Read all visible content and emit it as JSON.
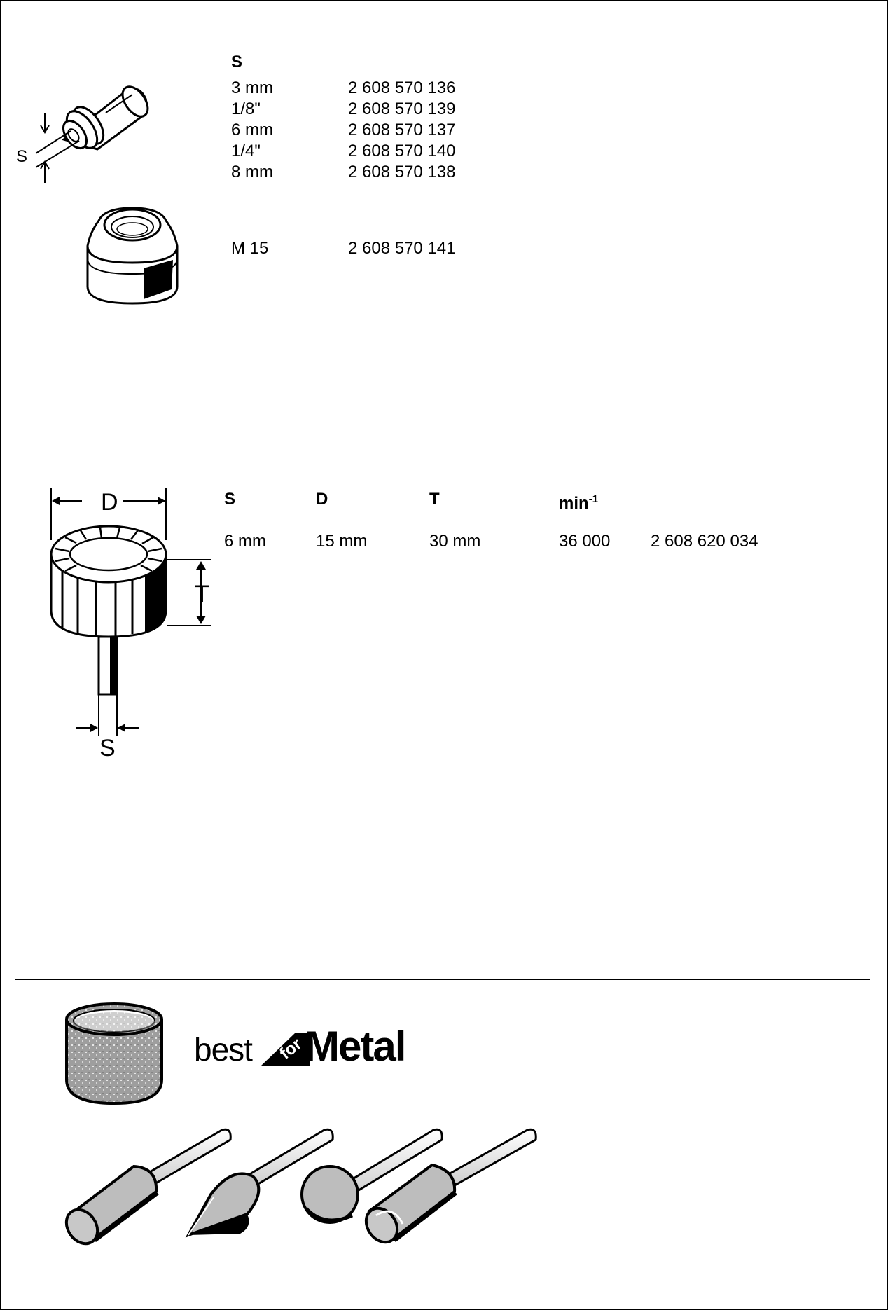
{
  "collet_section": {
    "header_s": "S",
    "illustration_label": "S",
    "rows": [
      {
        "size": "3 mm",
        "part_no": "2 608 570 136"
      },
      {
        "size": "1/8\"",
        "part_no": "2 608 570 139"
      },
      {
        "size": "6 mm",
        "part_no": "2 608 570 137"
      },
      {
        "size": "1/4\"",
        "part_no": "2 608 570 140"
      },
      {
        "size": "8 mm",
        "part_no": "2 608 570 138"
      }
    ]
  },
  "nut_section": {
    "size": "M 15",
    "part_no": "2 608 570 141"
  },
  "flap_wheel_section": {
    "dim_labels": {
      "d": "D",
      "t": "T",
      "s": "S"
    },
    "headers": {
      "s": "S",
      "d": "D",
      "t": "T",
      "speed": "min",
      "speed_sup": "-1"
    },
    "row": {
      "s": "6 mm",
      "d": "15 mm",
      "t": "30 mm",
      "speed": "36 000",
      "part_no": "2 608 620 034"
    }
  },
  "logo": {
    "best": "best",
    "for": "for",
    "metal": "Metal"
  },
  "colors": {
    "ink": "#000000",
    "paper": "#ffffff",
    "metal_grey": "#bdbdbd"
  }
}
